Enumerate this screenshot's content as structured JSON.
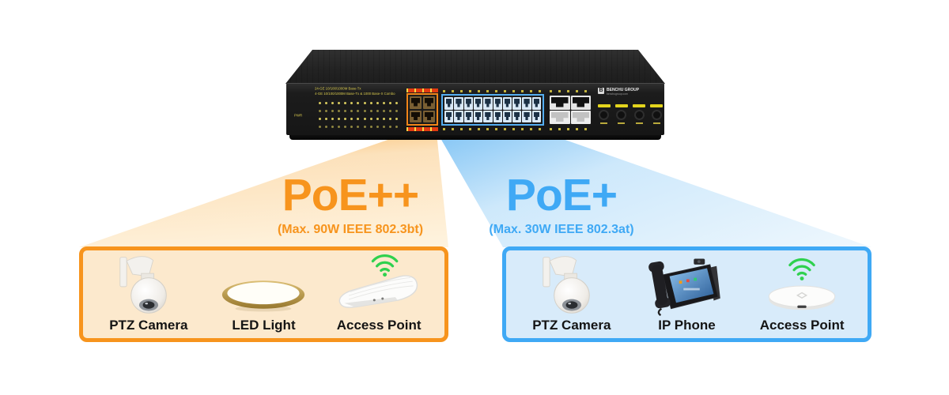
{
  "switch": {
    "faceplate_line1": "24-GE 10/100/1000M Base-Tx",
    "faceplate_line2": "4-GE 10/100/1000M Base-Tx & 1000 Base-X Combo",
    "pwr_label": "PWR",
    "leds": {
      "rows": 4,
      "cols": 13
    },
    "poe_pp_port_count": 4,
    "poe_plus_port_count": 20,
    "uplink_port_count": 4,
    "sfp_port_count": 4,
    "brand": {
      "logo_letter": "B",
      "logo_text": "BENCHU GROUP",
      "logo_subtext": "benchugroup.com"
    }
  },
  "zones": {
    "poepp": {
      "title": "PoE++",
      "subtitle": "(Max. 90W IEEE 802.3bt)",
      "devices": [
        {
          "icon": "ptz-camera-icon",
          "label": "PTZ Camera"
        },
        {
          "icon": "led-light-icon",
          "label": "LED Light"
        },
        {
          "icon": "outdoor-access-point-icon",
          "label": "Access Point"
        }
      ]
    },
    "poep": {
      "title": "PoE+",
      "subtitle": "(Max. 30W IEEE 802.3at)",
      "devices": [
        {
          "icon": "ptz-camera-icon",
          "label": "PTZ Camera"
        },
        {
          "icon": "ip-phone-icon",
          "label": "IP Phone"
        },
        {
          "icon": "ceiling-access-point-icon",
          "label": "Access Point"
        }
      ]
    }
  },
  "colors": {
    "poe_pp_accent": "#F7941D",
    "poe_pp_fill": "#FCE9CD",
    "poe_plus_accent": "#3FA9F5",
    "poe_plus_fill": "#D8EBFA",
    "wifi_green": "#2FD14E",
    "led_on": "#d6c95e"
  }
}
